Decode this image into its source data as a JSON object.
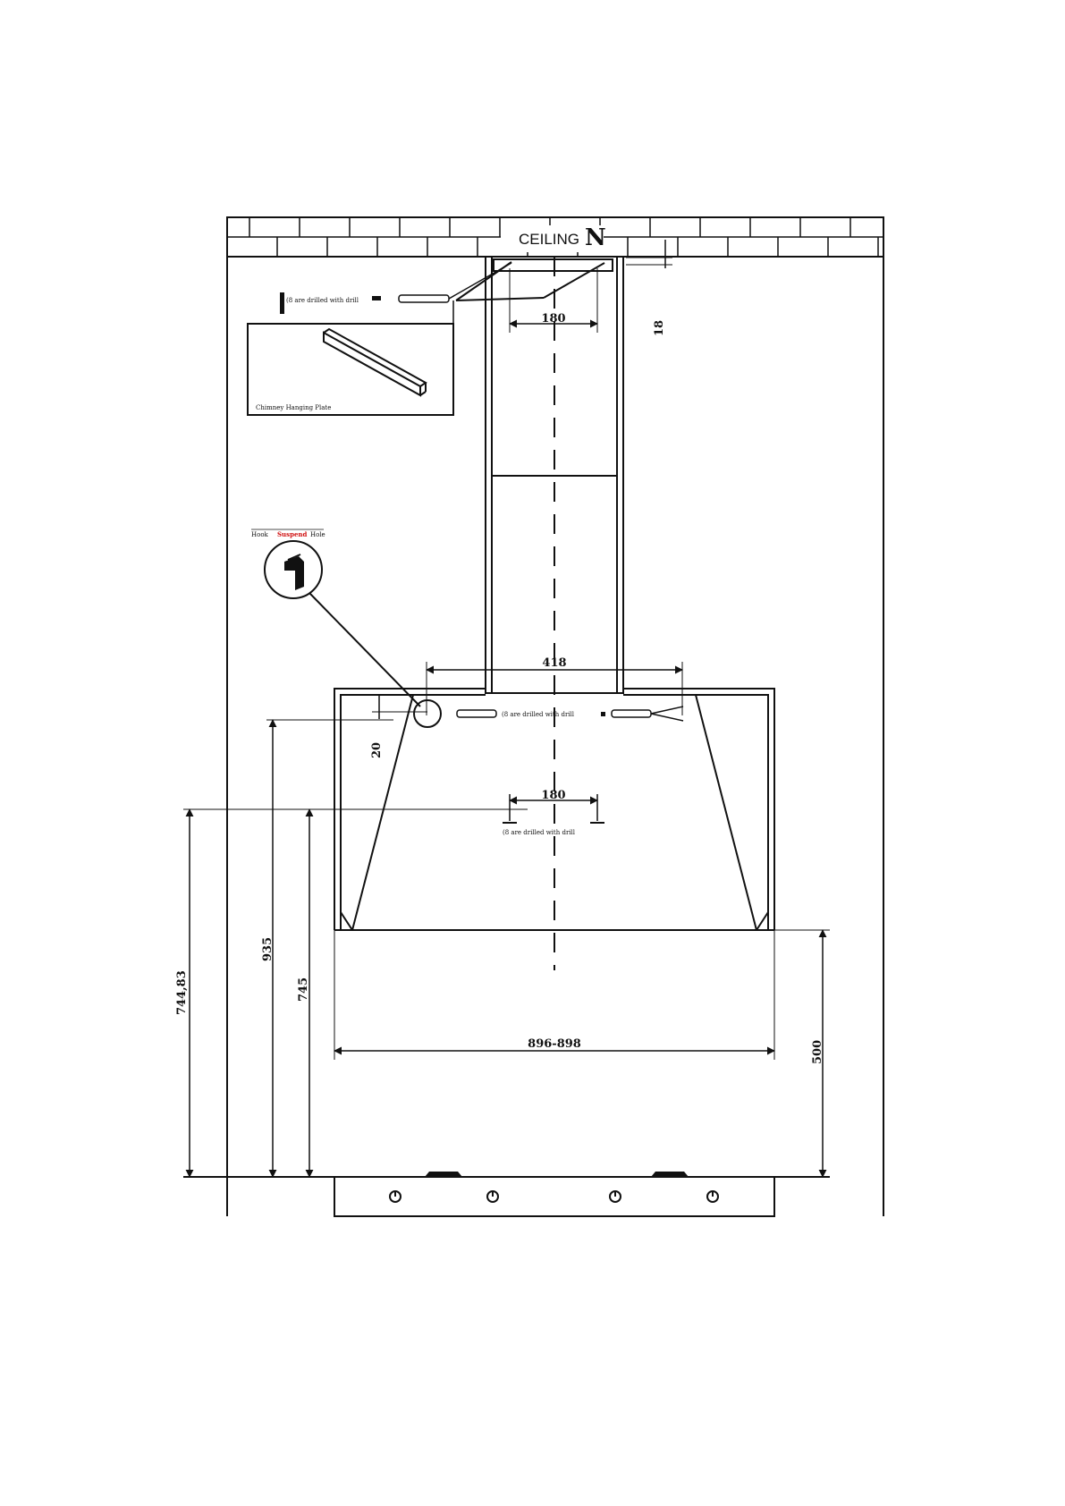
{
  "ceiling": {
    "label": "CEILING",
    "mark": "N"
  },
  "dimensions": {
    "top_hole_spacing": "180",
    "ceiling_gap": "18",
    "hood_top_width": "418",
    "hole_offset": "20",
    "lower_hole_spacing": "180",
    "hood_width": "896-898",
    "height_outer": "744,83",
    "height_mid": "935",
    "height_inner": "745",
    "clearance": "500"
  },
  "notes": {
    "top_drill_note": "(8 are drilled with drill",
    "hood_drill_note": "(8 are drilled with drill",
    "lower_drill_note": "(8 are drilled with drill"
  },
  "callouts": {
    "chimney_plate": "Chimney Hanging Plate",
    "hook_prefix": "Hook",
    "hook_highlight": "Suspend",
    "hook_suffix": "Hole"
  },
  "colors": {
    "line": "#111111",
    "highlight": "#d01010",
    "background": "#ffffff"
  }
}
